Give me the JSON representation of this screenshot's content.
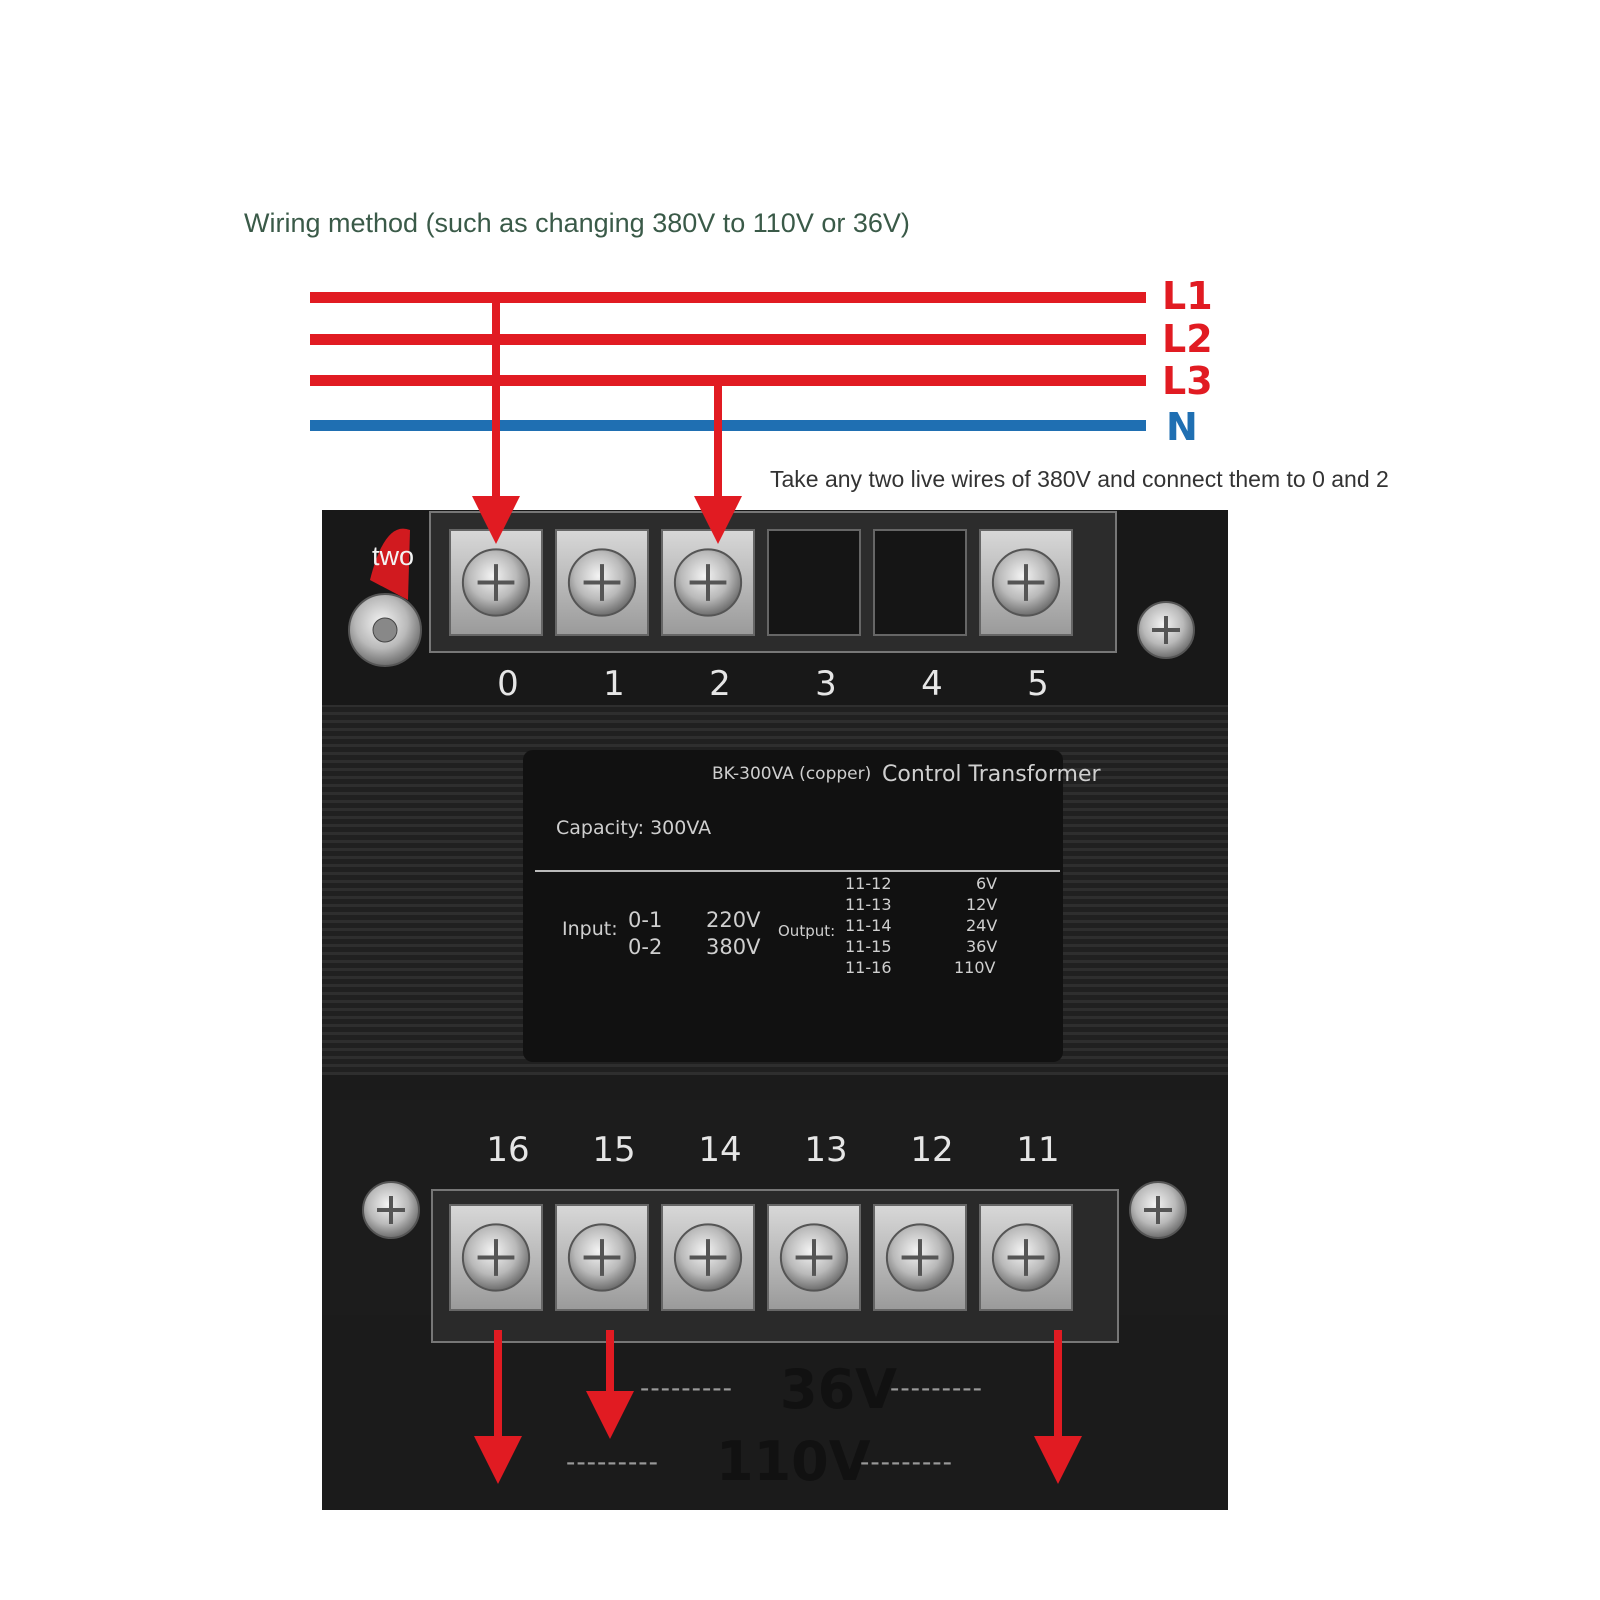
{
  "diagram": {
    "title": "Wiring method (such as changing 380V to 110V or 36V)",
    "note": "Take any two live wires of 380V and connect them to 0 and 2",
    "lines": [
      {
        "label": "L1",
        "color": "#e11b22"
      },
      {
        "label": "L2",
        "color": "#e11b22"
      },
      {
        "label": "L3",
        "color": "#e11b22"
      },
      {
        "label": "N",
        "color": "#1f6fb2"
      }
    ],
    "top_terminals": [
      "0",
      "1",
      "2",
      "3",
      "4",
      "5"
    ],
    "bottom_terminals": [
      "16",
      "15",
      "14",
      "13",
      "12",
      "11"
    ],
    "ground_tag": "two",
    "output_labels": {
      "low": "36V",
      "high": "110V"
    },
    "dashes": "---------"
  },
  "nameplate": {
    "model": "BK-300VA (copper)",
    "name": "Control Transformer",
    "capacity": "Capacity: 300VA",
    "input_label": "Input:",
    "inputs": [
      {
        "terminals": "0-1",
        "voltage": "220V"
      },
      {
        "terminals": "0-2",
        "voltage": "380V"
      }
    ],
    "output_label": "Output:",
    "outputs": [
      {
        "terminals": "11-12",
        "voltage": "6V"
      },
      {
        "terminals": "11-13",
        "voltage": "12V"
      },
      {
        "terminals": "11-14",
        "voltage": "24V"
      },
      {
        "terminals": "11-15",
        "voltage": "36V"
      },
      {
        "terminals": "11-16",
        "voltage": "110V"
      }
    ]
  }
}
